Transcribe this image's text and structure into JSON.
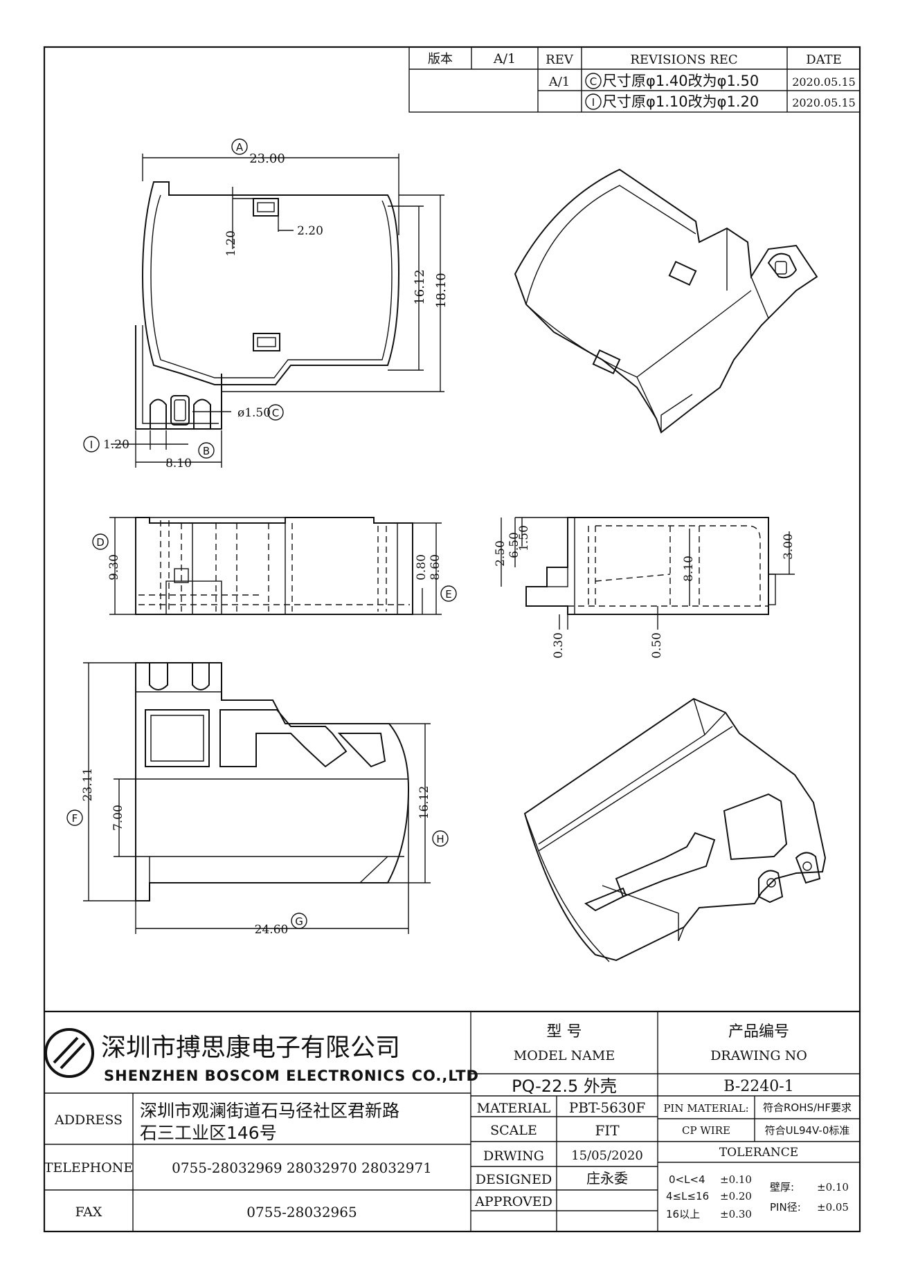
{
  "revision_table": {
    "headers": {
      "version": "版本",
      "version_value": "A/1",
      "rev": "REV",
      "revisions": "REVISIONS REC",
      "date": "DATE"
    },
    "rows": [
      {
        "rev": "A/1",
        "mark": "C",
        "text": "尺寸原φ1.40改为φ1.50",
        "date": "2020.05.15"
      },
      {
        "rev": "",
        "mark": "I",
        "text": "尺寸原φ1.10改为φ1.20",
        "date": "2020.05.15"
      }
    ]
  },
  "dimensions": {
    "top_width": "23.00",
    "top_width_mark": "A",
    "slot_w": "2.20",
    "slot_h": "1.20",
    "height_inner": "16.12",
    "height_outer": "18.10",
    "pin_dia": "ø1.50",
    "pin_dia_mark": "C",
    "pin_gap": "1.20",
    "pin_gap_mark": "I",
    "base_w": "8.10",
    "base_w_mark": "B",
    "side_h": "9.30",
    "side_h_mark": "D",
    "side_small": "0.80",
    "side_total": "8.60",
    "side_mark": "E",
    "r_a": "2.50",
    "r_b": "6.50",
    "r_c": "1.50",
    "r_d": "8.10",
    "r_e": "3.00",
    "r_f": "0.30",
    "r_g": "0.50",
    "bottom_h": "23.11",
    "bottom_h_mark": "F",
    "bottom_mid": "7.00",
    "bottom_w": "24.60",
    "bottom_w_mark": "G",
    "bottom_right": "16.12",
    "bottom_right_mark": "H"
  },
  "title_block": {
    "company_cn": "深圳市搏思康电子有限公司",
    "company_en": "SHENZHEN BOSCOM ELECTRONICS CO.,LTD",
    "model_cn": "型 号",
    "model_en": "MODEL NAME",
    "drawing_cn": "产品编号",
    "drawing_en": "DRAWING NO",
    "model_value": "PQ-22.5 外壳",
    "drawing_value": "B-2240-1",
    "address_label": "ADDRESS",
    "address_line1": "深圳市观澜街道石马径社区君新路",
    "address_line2": "石三工业区146号",
    "telephone_label": "TELEPHONE",
    "telephone_value": "0755-28032969 28032970 28032971",
    "fax_label": "FAX",
    "fax_value": "0755-28032965",
    "material_label": "MATERIAL",
    "material_value": "PBT-5630F",
    "scale_label": "SCALE",
    "scale_value": "FIT",
    "drawing_label": "DRWING",
    "drawing_date": "15/05/2020",
    "designed_label": "DESIGNED",
    "designed_value": "庄永委",
    "approved_label": "APPROVED",
    "pin_material_label": "PIN MATERIAL:",
    "cp_wire": "CP WIRE",
    "rohs": "符合ROHS/HF要求",
    "ul": "符合UL94V-0标准",
    "tolerance_label": "TOLERANCE",
    "tol_rows": [
      {
        "range": "0<L<4",
        "tol": "±0.10"
      },
      {
        "range": "4≤L≤16",
        "tol": "±0.20"
      },
      {
        "range": "16以上",
        "tol": "±0.30"
      }
    ],
    "wall_label": "壁厚:",
    "wall_tol": "±0.10",
    "pin_label": "PIN径:",
    "pin_tol": "±0.05"
  }
}
